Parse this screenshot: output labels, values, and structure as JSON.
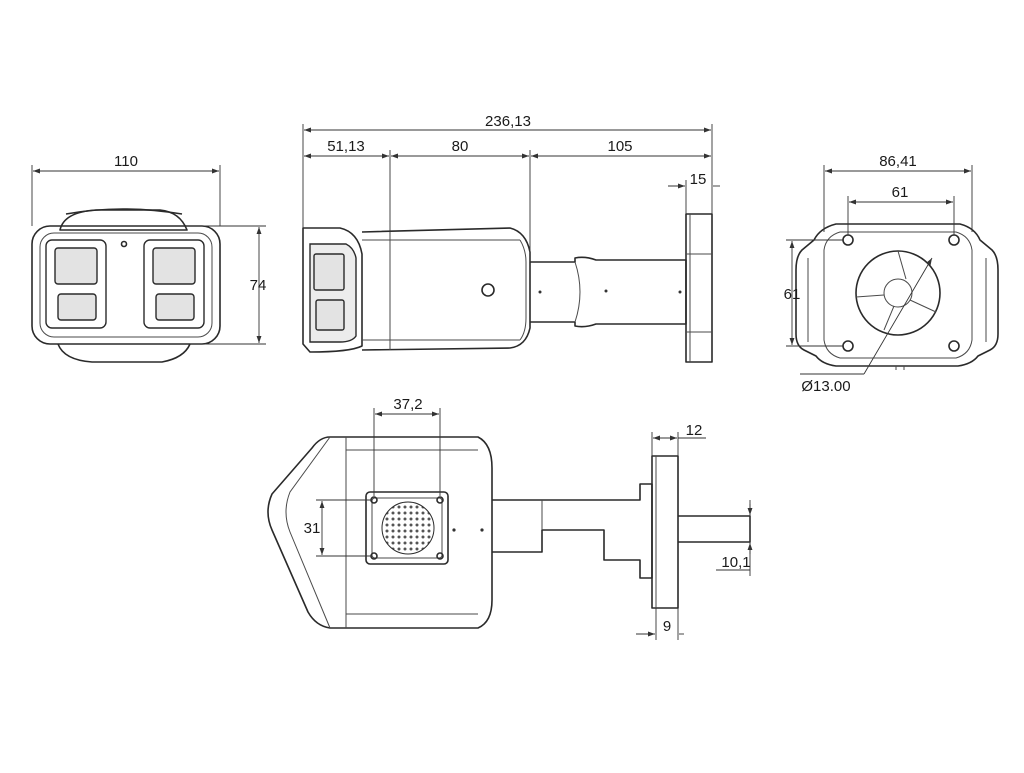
{
  "dimensions": {
    "front_width": "110",
    "front_height": "74",
    "side_overall": "236,13",
    "side_hood": "51,13",
    "side_body": "80",
    "side_bracket": "105",
    "side_base_thickness": "15",
    "mount_outer": "86,41",
    "mount_holes": "61",
    "mount_height": "61",
    "mount_hole_dia": "Ø13.00",
    "connector_width": "37,2",
    "connector_height": "31",
    "bottom_base_thickness": "12",
    "bottom_arm": "10,1",
    "bottom_base_foot": "9"
  }
}
